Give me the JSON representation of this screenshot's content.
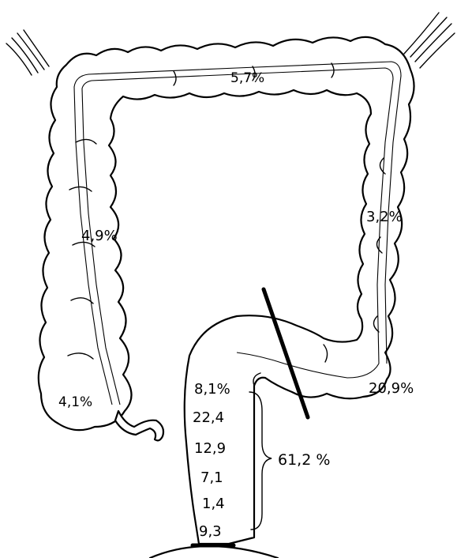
{
  "labels": {
    "transverse": "5,7%",
    "ascending": "4,9%",
    "descending": "3,2%",
    "cecum": "4,1%",
    "sigmoid": "20,9%",
    "rectum_total": "61,2 %",
    "rectum_segments": [
      "8,1%",
      "22,4",
      "12,9",
      "7,1",
      "1,4",
      "9,3"
    ]
  },
  "colors": {
    "ink": "#000000",
    "background": "#ffffff"
  }
}
